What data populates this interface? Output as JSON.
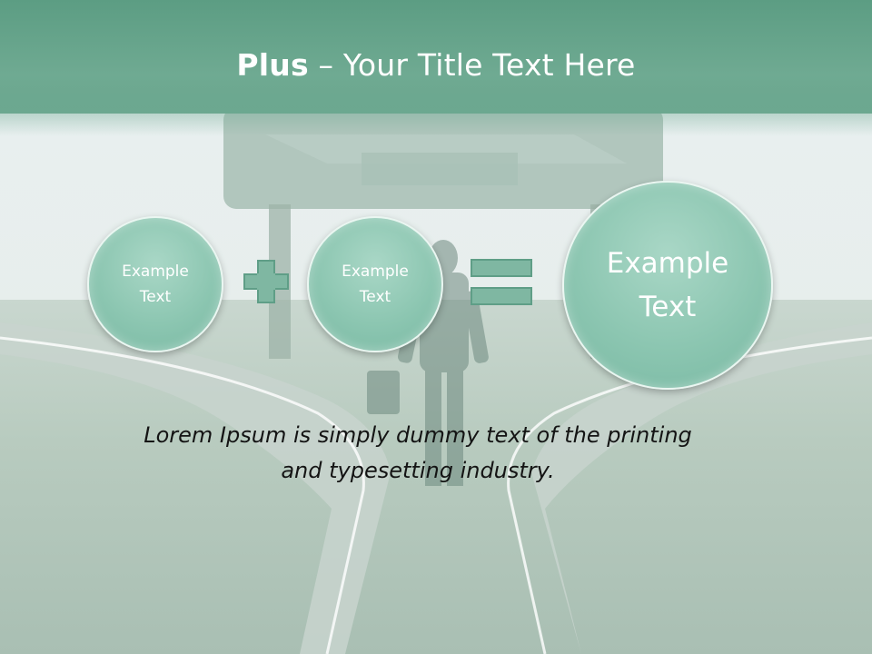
{
  "slide": {
    "title_bold": "Plus",
    "title_rest": " – Your Title Text Here",
    "circle_left": {
      "line1": "Example",
      "line2": "Text"
    },
    "circle_middle": {
      "line1": "Example",
      "line2": "Text"
    },
    "circle_right": {
      "line1": "Example",
      "line2": "Text"
    },
    "body_line1": "Lorem Ipsum is simply dummy text of the printing",
    "body_line2": "and typesetting industry."
  },
  "colors": {
    "title_band": "#5a9a80",
    "circle_fill": "#8cc6b1",
    "operator_fill": "#7fb7a2",
    "text_dark": "#141414"
  },
  "icons": {
    "plus": "plus-icon",
    "equals": "equals-icon"
  }
}
